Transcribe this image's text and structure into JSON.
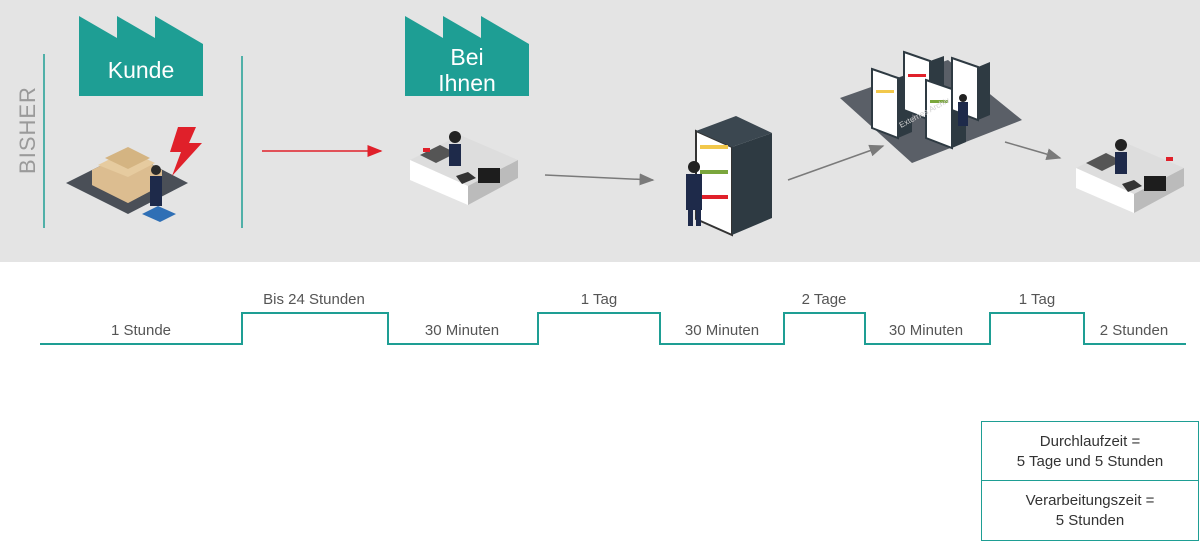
{
  "colors": {
    "teal": "#1e9e94",
    "teal_dark": "#17877f",
    "red_arrow": "#e0202a",
    "grey_arrow": "#7a7a7a",
    "background": "#e4e4e4"
  },
  "scene": {
    "side_label": "BISHER",
    "factory_customer": {
      "label": "Kunde"
    },
    "factory_you": {
      "label_line1": "Bei",
      "label_line2": "Ihnen"
    },
    "archive_sign": "Externes Archiv",
    "icons": [
      "factory-icon",
      "package-pallet-icon",
      "lightning-icon",
      "office-desk-icon",
      "bookshelf-icon",
      "warehouse-icon",
      "arrow-icon"
    ]
  },
  "timeline": {
    "low_labels": [
      "1 Stunde",
      "30 Minuten",
      "30 Minuten",
      "30 Minuten",
      "2 Stunden"
    ],
    "high_labels": [
      "Bis 24 Stunden",
      "1 Tag",
      "2 Tage",
      "1 Tag"
    ]
  },
  "summary": {
    "durchlaufzeit_line1": "Durchlaufzeit =",
    "durchlaufzeit_line2": "5 Tage und 5 Stunden",
    "verarbeitungszeit_line1": "Verarbeitungszeit =",
    "verarbeitungszeit_line2": "5 Stunden"
  }
}
